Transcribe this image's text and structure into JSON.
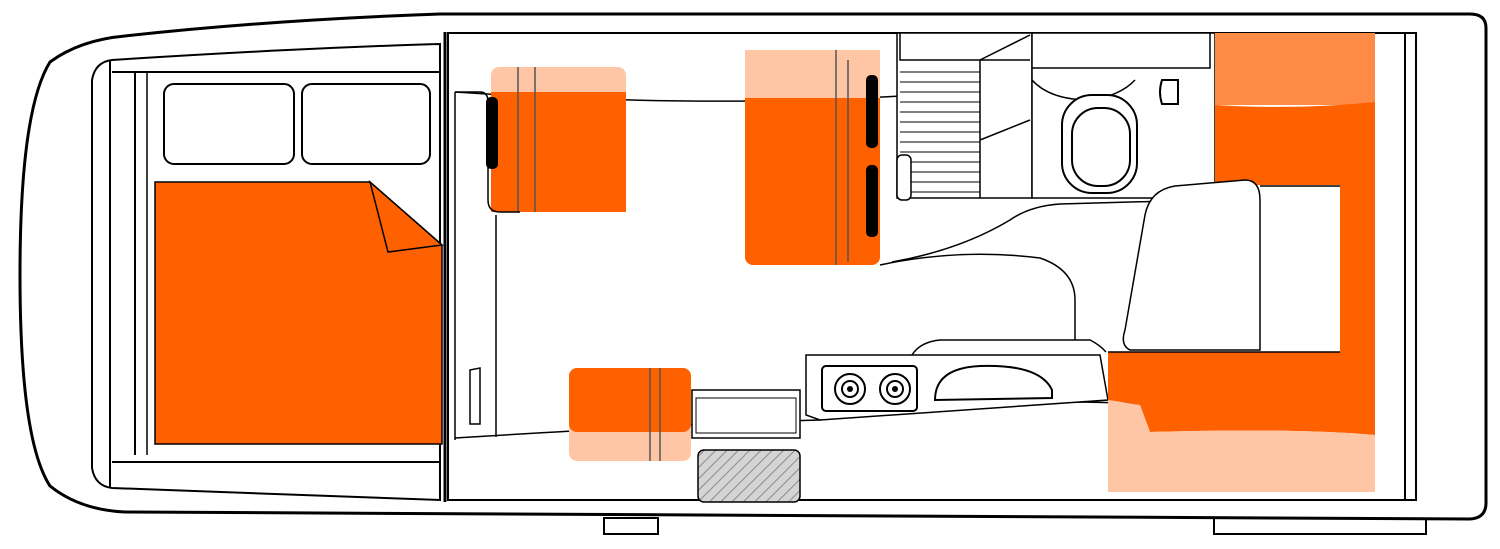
{
  "diagram": {
    "type": "motorhome-floor-plan",
    "colors": {
      "outline": "#000000",
      "background": "#ffffff",
      "bed_orange": "#ff6000",
      "seat_light": "#ffc6a6",
      "accent_orange": "#ff8a45",
      "step_grey": "#bdbdbd"
    },
    "zones": [
      {
        "id": "front-double-bed",
        "kind": "sleeping"
      },
      {
        "id": "cab-seat-passenger",
        "kind": "seating"
      },
      {
        "id": "cab-seat-driver",
        "kind": "seating"
      },
      {
        "id": "dinette-seat-right",
        "kind": "seating"
      },
      {
        "id": "rear-u-lounge",
        "kind": "sleeping"
      }
    ],
    "fixtures": [
      "washroom-toilet",
      "washroom-sink",
      "two-burner-cooktop",
      "kitchen-sink",
      "entry-step"
    ]
  }
}
